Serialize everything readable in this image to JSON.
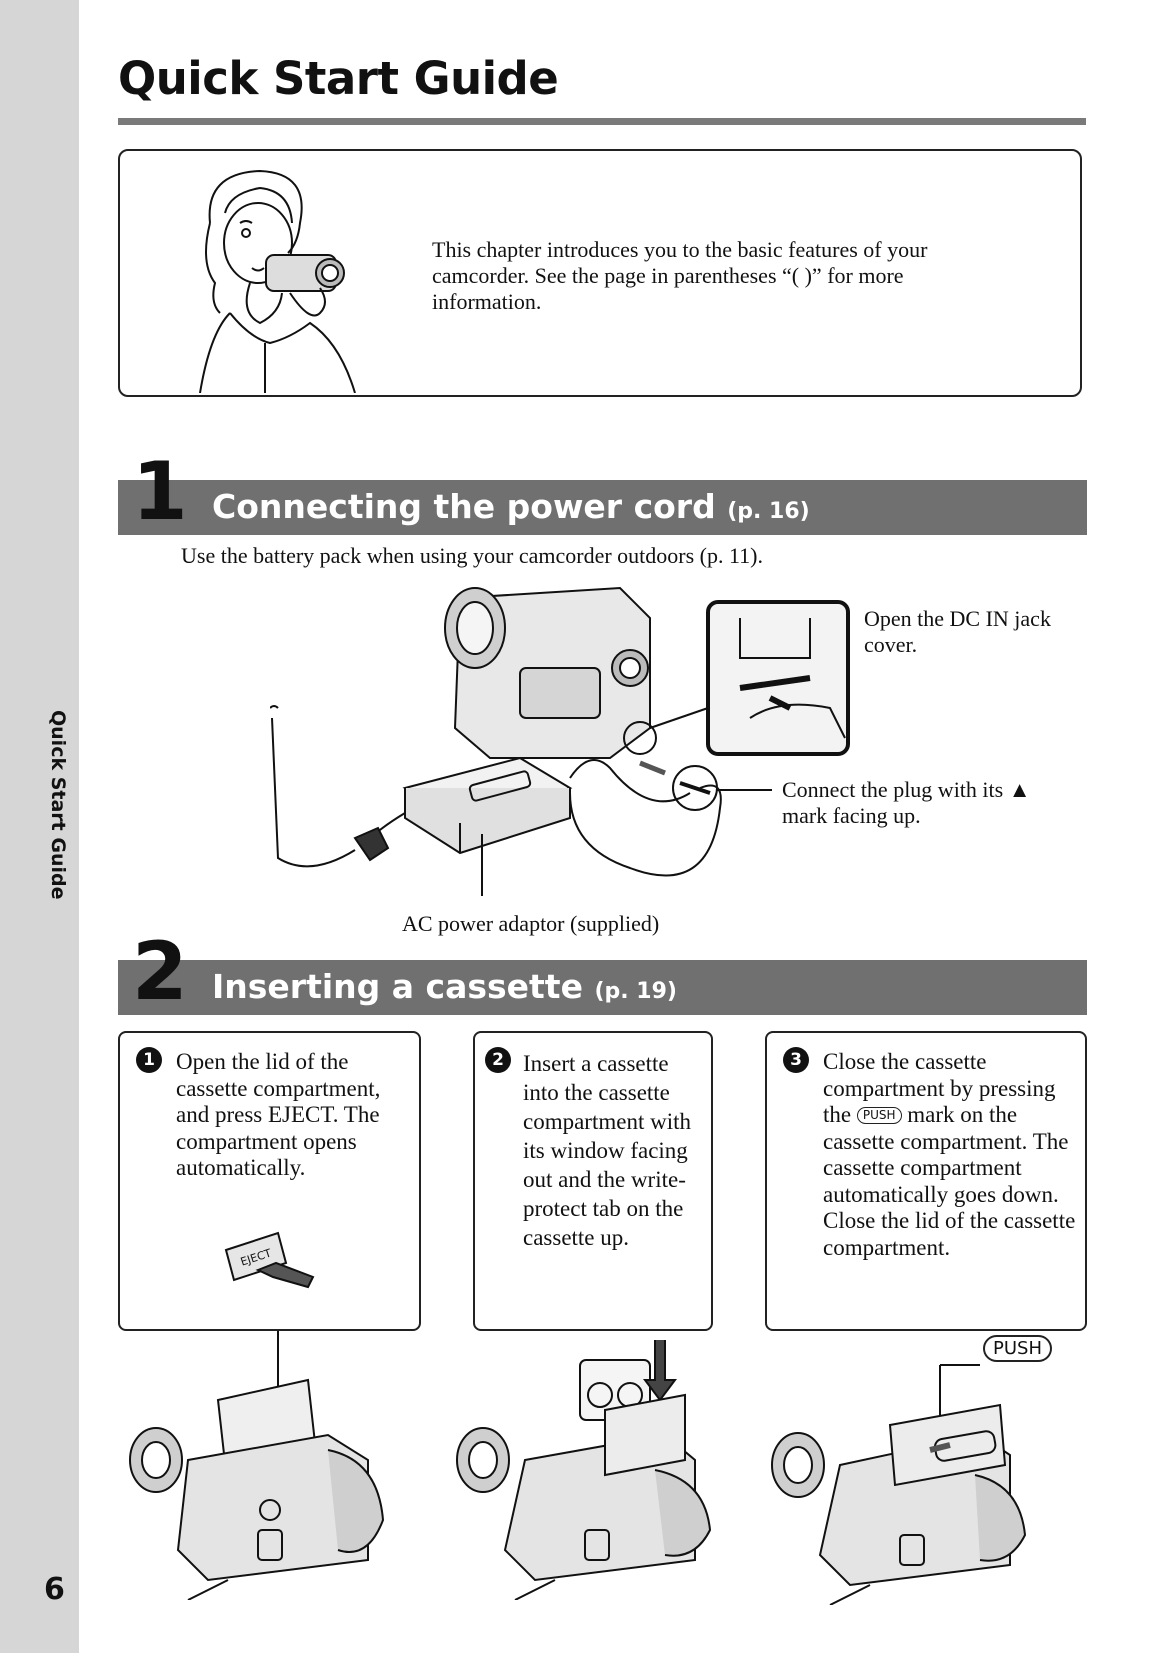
{
  "sidebar": {
    "label": "Quick Start Guide",
    "page_number": "6"
  },
  "header": {
    "title": "Quick Start Guide"
  },
  "intro": {
    "text": "This chapter introduces you to the basic features of your camcorder. See the page in parentheses “(    )” for more information."
  },
  "section1": {
    "number": "1",
    "title": "Connecting the power cord",
    "ref": "(p. 16)",
    "note": "Use the battery pack when using your camcorder outdoors (p. 11).",
    "callout_dc": "Open the DC IN jack cover.",
    "callout_plug": "Connect the plug with its ▲ mark facing up.",
    "adaptor_label": "AC power adaptor (supplied)"
  },
  "section2": {
    "number": "2",
    "title": "Inserting a cassette",
    "ref": "(p. 19)",
    "steps": [
      {
        "badge": "1",
        "text": "Open the lid of the cassette compartment, and press EJECT. The compartment opens automatically."
      },
      {
        "badge": "2",
        "text": "Insert a cassette into the cassette compartment with its window facing out and the write-protect tab on the cassette up."
      },
      {
        "badge": "3",
        "text_before": "Close the cassette compartment by pressing the",
        "push_mark": "PUSH",
        "text_after": "mark on the cassette compartment. The cassette compartment automatically goes down. Close the lid of the cassette compartment."
      }
    ],
    "eject_label": "EJECT",
    "push_callout": "PUSH"
  },
  "colors": {
    "section_bar": "#707070",
    "sidebar": "#d6d6d6",
    "rule": "#7a7a7a"
  }
}
